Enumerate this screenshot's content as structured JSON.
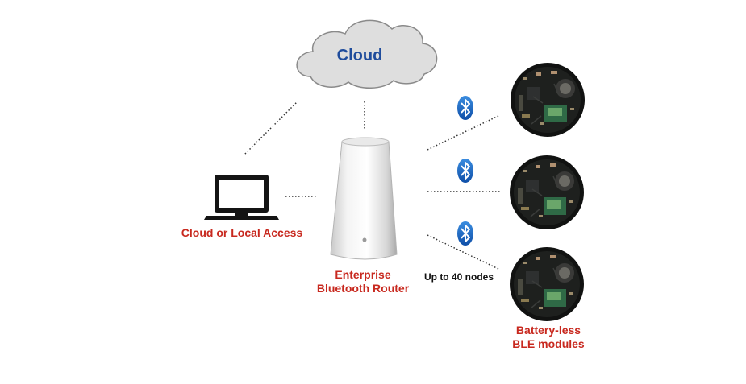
{
  "diagram": {
    "cloud": {
      "label": "Cloud"
    },
    "laptop": {
      "label": "Cloud or Local Access",
      "icon": "laptop-icon"
    },
    "router": {
      "line1": "Enterprise",
      "line2": "Bluetooth Router",
      "icon": "router-icon"
    },
    "connections": {
      "nodes_label": "Up to 40 nodes",
      "icon": "bluetooth-icon"
    },
    "modules": {
      "line1": "Battery-less",
      "line2": "BLE modules",
      "icon": "circuit-board-icon",
      "count": 3
    }
  },
  "colors": {
    "label_red": "#c8291f",
    "cloud_blue": "#1f4c9c",
    "bluetooth_blue": "#1565c0",
    "pcb": "#1c1d1c"
  }
}
